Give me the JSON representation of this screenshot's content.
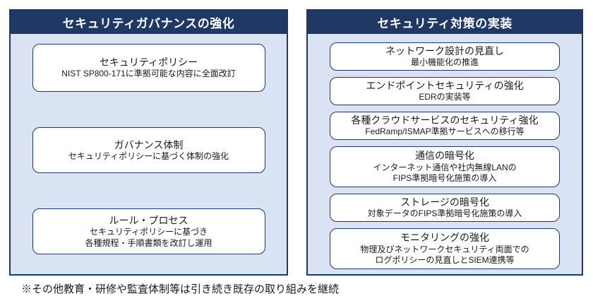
{
  "colors": {
    "header_bg": "#1F3864",
    "panel_bg": "#DAE3F3",
    "box_border": "#1F3864",
    "box_bg": "#FFFFFF",
    "header_text": "#FFFFFF",
    "body_text": "#1A1A1A"
  },
  "left_panel": {
    "title": "セキュリティガバナンスの強化",
    "boxes": [
      {
        "title": "セキュリティポリシー",
        "lines": [
          "NIST SP800-171に準拠可能な内容に全面改訂"
        ]
      },
      {
        "title": "ガバナンス体制",
        "lines": [
          "セキュリティポリシーに基づく体制の強化"
        ]
      },
      {
        "title": "ルール・プロセス",
        "lines": [
          "セキュリティポリシーに基づき",
          "各種規程・手順書類を改訂し運用"
        ]
      }
    ]
  },
  "right_panel": {
    "title": "セキュリティ対策の実装",
    "boxes": [
      {
        "title": "ネットワーク設計の見直し",
        "lines": [
          "最小機能化の推進"
        ]
      },
      {
        "title": "エンドポイントセキュリティの強化",
        "lines": [
          "EDRの実装等"
        ]
      },
      {
        "title": "各種クラウドサービスのセキュリティ強化",
        "lines": [
          "FedRamp/ISMAP準拠サービスへの移行等"
        ]
      },
      {
        "title": "通信の暗号化",
        "lines": [
          "インターネット通信や社内無線LANの",
          "FIPS準拠暗号化施策の導入"
        ]
      },
      {
        "title": "ストレージの暗号化",
        "lines": [
          "対象データのFIPS準拠暗号化施策の導入"
        ]
      },
      {
        "title": "モニタリングの強化",
        "lines": [
          "物理及びネットワークセキュリティ両面での",
          "ログポリシーの見直しとSIEM連携等"
        ]
      }
    ]
  },
  "footer_note": "※その他教育・研修や監査体制等は引き続き既存の取り組みを継続"
}
